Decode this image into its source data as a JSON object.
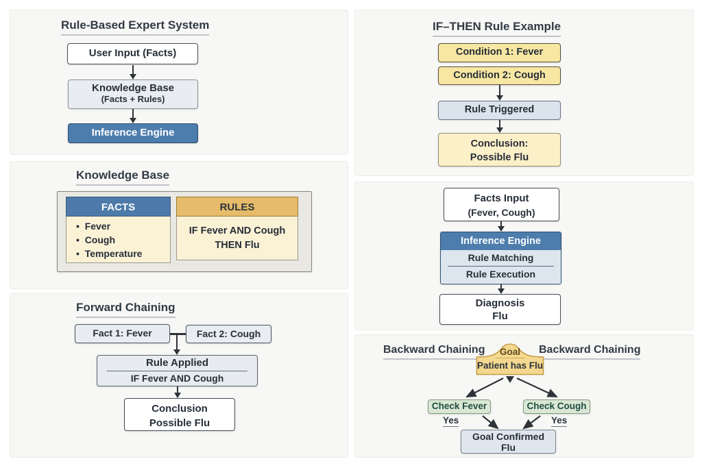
{
  "colors": {
    "panel_bg": "#f7f7f5",
    "blue_header": "#4d7dad",
    "blue_border": "#2c4e6e",
    "light_blue_box": "#dbe3ed",
    "gray_box": "#e9edf1",
    "yellow_box": "#f8e7a2",
    "cream_box": "#fcf0c8",
    "tan_header": "#e6bb69",
    "green_box": "#dbe7d6",
    "gold_shape": "#f4d88f",
    "arrow": "#2e3338",
    "text_dark": "#262e38"
  },
  "panels": {
    "expert_system": {
      "title": "Rule-Based Expert System",
      "user_input": "User Input (Facts)",
      "knowledge_base_line1": "Knowledge Base",
      "knowledge_base_line2": "(Facts + Rules)",
      "inference_engine": "Inference Engine"
    },
    "knowledge_base": {
      "title": "Knowledge Base",
      "facts_header": "FACTS",
      "facts_items": [
        "Fever",
        "Cough",
        "Temperature"
      ],
      "rules_header": "RULES",
      "rule_line1": "IF Fever AND Cough",
      "rule_line2": "THEN Flu"
    },
    "forward_chaining": {
      "title": "Forward Chaining",
      "fact1": "Fact 1: Fever",
      "fact2": "Fact 2: Cough",
      "rule_applied_line1": "Rule Applied",
      "rule_applied_line2": "IF Fever AND Cough",
      "conclusion_line1": "Conclusion",
      "conclusion_line2": "Possible Flu"
    },
    "if_then_example": {
      "title": "IF–THEN Rule Example",
      "condition1": "Condition 1: Fever",
      "condition2": "Condition 2: Cough",
      "rule_triggered": "Rule Triggered",
      "conclusion_line1": "Conclusion:",
      "conclusion_line2": "Possible Flu"
    },
    "inference_flow": {
      "facts_input_line1": "Facts Input",
      "facts_input_line2": "(Fever, Cough)",
      "engine_header": "Inference Engine",
      "engine_step1": "Rule Matching",
      "engine_step2": "Rule Execution",
      "diagnosis_line1": "Diagnosis",
      "diagnosis_line2": "Flu"
    },
    "backward_chaining": {
      "title_left": "Backward Chaining",
      "title_right": "Backward Chaining",
      "goal_label": "Goal",
      "goal_text": "Patient has Flu",
      "check_left": "Check Fever",
      "check_right": "Check Cough",
      "yes_left": "Yes",
      "yes_right": "Yes",
      "confirmed_line1": "Goal Confirmed",
      "confirmed_line2": "Flu"
    }
  }
}
